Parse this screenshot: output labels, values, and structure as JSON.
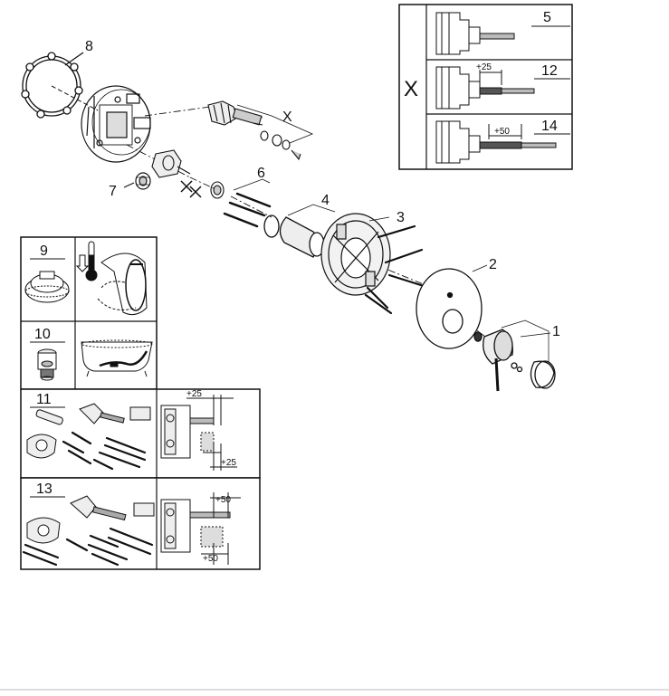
{
  "callouts": {
    "p1": "1",
    "p2": "2",
    "p3": "3",
    "p4": "4",
    "p6": "6",
    "p7": "7",
    "p8": "8",
    "px": "X"
  },
  "table_x": {
    "marker": "X",
    "rows": [
      {
        "num": "5"
      },
      {
        "num": "12",
        "offset": "+25"
      },
      {
        "num": "14",
        "offset": "+50"
      }
    ]
  },
  "table_left": {
    "cells": [
      {
        "num": "9"
      },
      {
        "num": "10"
      },
      {
        "num": "11",
        "offset_top": "+25",
        "offset_bottom": "+25"
      },
      {
        "num": "13",
        "offset_top": "+50",
        "offset_bottom": "+50"
      }
    ]
  }
}
